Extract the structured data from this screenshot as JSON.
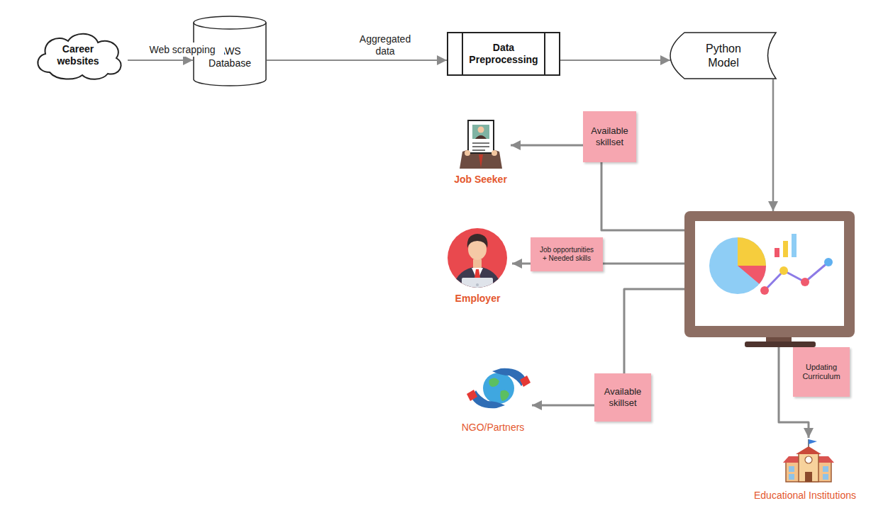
{
  "diagram": {
    "nodes": [
      {
        "text": [
          "Career websites"
        ]
      },
      {
        "text": [
          "AWS Database"
        ]
      },
      {
        "text": [
          "Data Preprocessing"
        ]
      },
      {
        "text": [
          "Python Model"
        ]
      },
      {
        "text": [
          "Job Seeker"
        ]
      },
      {
        "text": [
          "Employer"
        ]
      },
      {
        "text": []
      },
      {
        "text": [
          "NGO/Partners"
        ]
      },
      {
        "text": [
          "Educational Institutions"
        ]
      }
    ],
    "edges": [
      {
        "from": 0,
        "to": 1,
        "arrow": "to",
        "label": "Web scrapping"
      },
      {
        "from": 1,
        "to": 2,
        "arrow": "to",
        "label": "Aggregated data"
      },
      {
        "from": 2,
        "to": 3,
        "arrow": "to"
      },
      {
        "from": 3,
        "to": 6,
        "arrow": "to"
      },
      {
        "from": 6,
        "to": 4,
        "arrow": "to",
        "label": "Available skillset"
      },
      {
        "from": 6,
        "to": 5,
        "arrow": "to",
        "label": "Job opportunities + Needed skills"
      },
      {
        "from": 6,
        "to": 7,
        "arrow": "to",
        "label": "Available skillset"
      },
      {
        "from": 6,
        "to": 8,
        "arrow": "to",
        "label": "Updating Curriculum"
      }
    ]
  }
}
